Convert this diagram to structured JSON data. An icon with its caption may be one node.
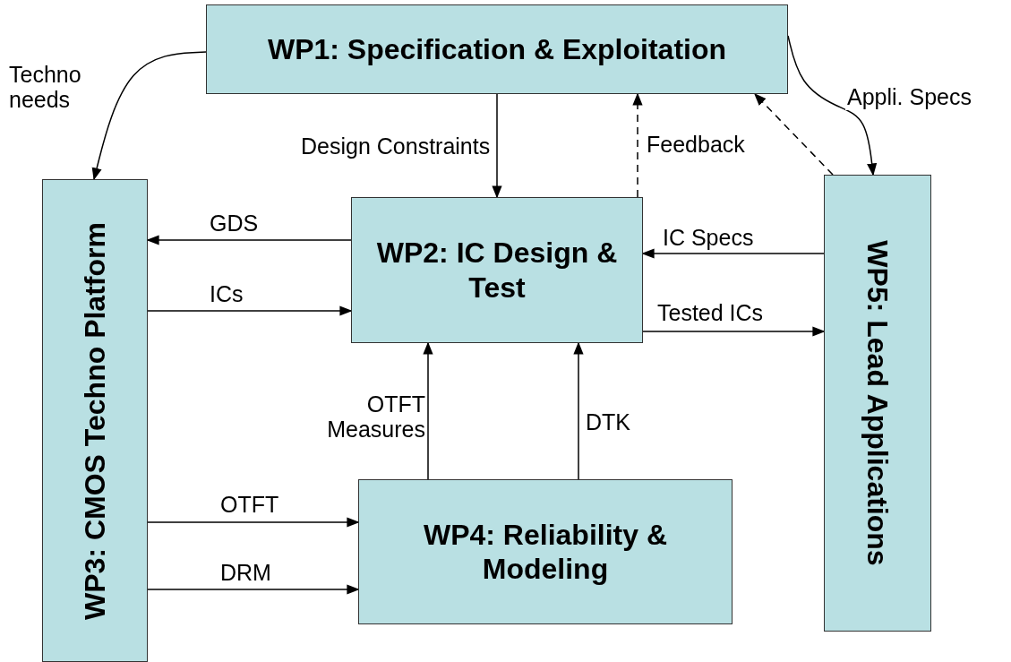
{
  "diagram": {
    "nodes": [
      {
        "text": [
          "WP1: Specification & Exploitation"
        ]
      },
      {
        "text": [
          "WP3: CMOS Techno Platform"
        ]
      },
      {
        "text": [
          "WP2: IC Design & Test"
        ]
      },
      {
        "text": [
          "WP5: Lead Applications"
        ]
      },
      {
        "text": [
          "WP4: Reliability & Modeling"
        ]
      }
    ],
    "edges": [
      {
        "from": 0,
        "to": 1,
        "arrow": "to",
        "label": "Techno needs"
      },
      {
        "from": 0,
        "to": 3,
        "arrow": "to",
        "label": "Appli. Specs"
      },
      {
        "from": 0,
        "to": 2,
        "arrow": "to",
        "label": "Design Constraints"
      },
      {
        "from": 2,
        "to": 0,
        "arrow": "to",
        "style": "dashed",
        "label": "Feedback"
      },
      {
        "from": 3,
        "to": 0,
        "arrow": "to",
        "style": "dashed"
      },
      {
        "from": 2,
        "to": 1,
        "arrow": "to",
        "label": "GDS"
      },
      {
        "from": 1,
        "to": 2,
        "arrow": "to",
        "label": "ICs"
      },
      {
        "from": 3,
        "to": 2,
        "arrow": "to",
        "label": "IC Specs"
      },
      {
        "from": 2,
        "to": 3,
        "arrow": "to",
        "label": "Tested ICs"
      },
      {
        "from": 4,
        "to": 2,
        "arrow": "to",
        "label": "OTFT Measures"
      },
      {
        "from": 4,
        "to": 2,
        "arrow": "to",
        "label": "DTK"
      },
      {
        "from": 1,
        "to": 4,
        "arrow": "to",
        "label": "OTFT"
      },
      {
        "from": 1,
        "to": 4,
        "arrow": "to",
        "label": "DRM"
      }
    ]
  }
}
